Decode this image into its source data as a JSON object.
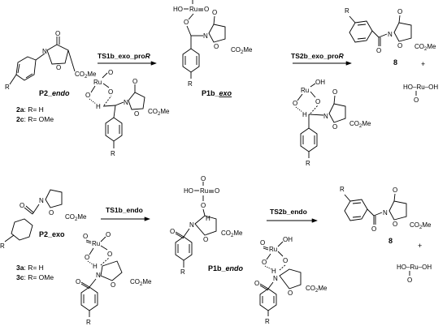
{
  "arrows": {
    "ts1b_exo": "TS1b_exo_pro",
    "ts1b_exo_suffix": "R",
    "ts2b_exo": "TS2b_exo_pro",
    "ts2b_exo_suffix": "R",
    "ts1b_endo": "TS1b_endo",
    "ts2b_endo": "TS2b_endo"
  },
  "compounds": {
    "p2_endo_main": "P2_",
    "p2_endo_italic": "endo",
    "p2_exo": "P2_exo",
    "p1b_exo_main": "P1b_",
    "p1b_exo_italic": "exo",
    "p1b_endo_main": "P1b_",
    "p1b_endo_italic": "endo",
    "product_8": "8"
  },
  "substituents": {
    "2a_num": "2a",
    "2a_text": ": R= H",
    "2c_num": "2c",
    "2c_text": ": R= OMe",
    "3a_num": "3a",
    "3a_text": ": R= H",
    "3c_num": "3c",
    "3c_text": ": R= OMe"
  },
  "atoms": {
    "R": "R",
    "O": "O",
    "N": "N",
    "H": "H",
    "Ru": "Ru",
    "HO": "HO",
    "OH": "OH",
    "CO2Me": "CO",
    "CO2Me_sub": "2",
    "CO2Me_tail": "Me",
    "HO_Ru_OH": "HO–Ru–OH",
    "plus": "+"
  }
}
